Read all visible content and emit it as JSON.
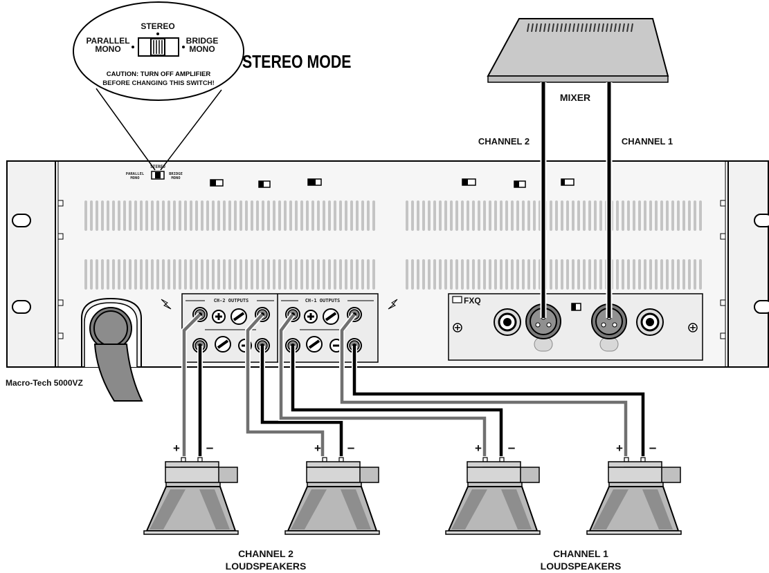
{
  "heading": "STEREO MODE",
  "switch_callout": {
    "stereo": "STEREO",
    "parallel_line1": "PARALLEL",
    "parallel_line2": "MONO",
    "bridge_line1": "BRIDGE",
    "bridge_line2": "MONO",
    "caution_prefix": "CAUTION:",
    "caution_rest": " TURN OFF AMPLIFIER",
    "caution_line2": "BEFORE CHANGING THIS SWITCH!"
  },
  "panel_switch": {
    "stereo": "STEREO",
    "parallel_line1": "PARALLEL",
    "parallel_line2": "MONO",
    "bridge_line1": "BRIDGE",
    "bridge_line2": "MONO"
  },
  "mixer_label": "MIXER",
  "mixer_channels": [
    "CHANNEL 2",
    "CHANNEL 1"
  ],
  "model_label": "Macro-Tech 5000VZ",
  "outputs": {
    "ch2": "CH-2 OUTPUTS",
    "ch1": "CH-1 OUTPUTS"
  },
  "fxq_label": "FXQ",
  "speaker_groups": [
    {
      "line1": "CHANNEL 2",
      "line2": "LOUDSPEAKERS"
    },
    {
      "line1": "CHANNEL 1",
      "line2": "LOUDSPEAKERS"
    }
  ],
  "polarity": {
    "plus": "+",
    "minus": "–"
  },
  "colors": {
    "black": "#000000",
    "gray_wire": "#707070",
    "panel": "#efefef",
    "vent": "#c4c4c4",
    "mixer": "#c8c8c8",
    "speaker": "#b8b8b8"
  },
  "icons": [
    "lightning-bolt-icon",
    "xlr-connector-icon",
    "quarter-inch-jack-icon",
    "binding-post-icon",
    "screw-icon",
    "mounting-slot-icon",
    "power-cord-icon",
    "loudspeaker-icon"
  ]
}
